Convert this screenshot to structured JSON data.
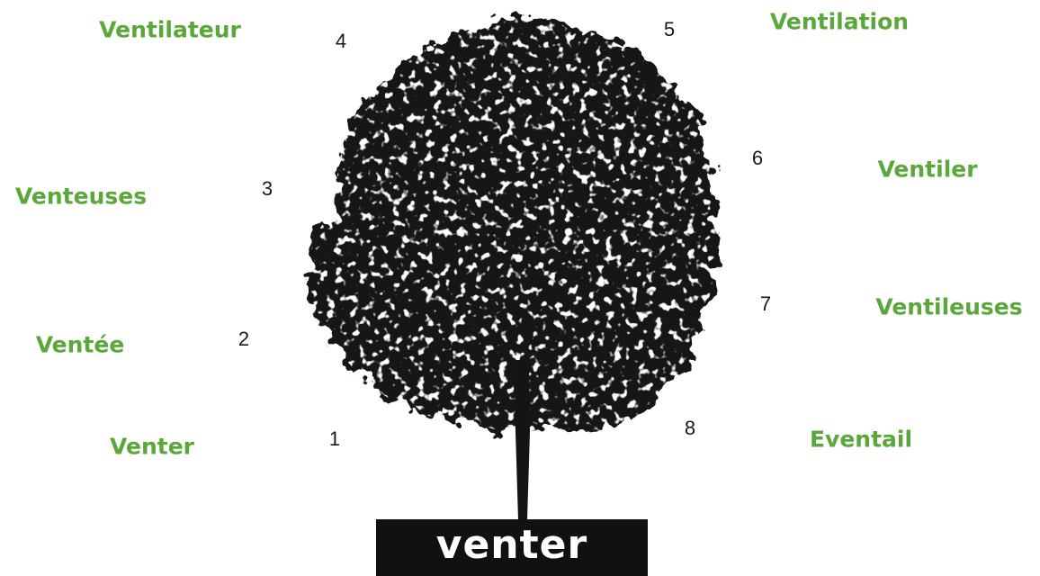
{
  "root": {
    "word": "venter"
  },
  "branches": [
    {
      "number": "1",
      "word": "Venter"
    },
    {
      "number": "2",
      "word": "Ventée"
    },
    {
      "number": "3",
      "word": "Venteuses"
    },
    {
      "number": "4",
      "word": "Ventilateur"
    },
    {
      "number": "5",
      "word": "Ventilation"
    },
    {
      "number": "6",
      "word": "Ventiler"
    },
    {
      "number": "7",
      "word": "Ventileuses"
    },
    {
      "number": "8",
      "word": "Eventail"
    }
  ],
  "colors": {
    "word_text": "#5aa83a",
    "numbers": "#1a1a1a",
    "tree": "#141414",
    "root_box": "#111111",
    "root_text": "#ffffff"
  }
}
